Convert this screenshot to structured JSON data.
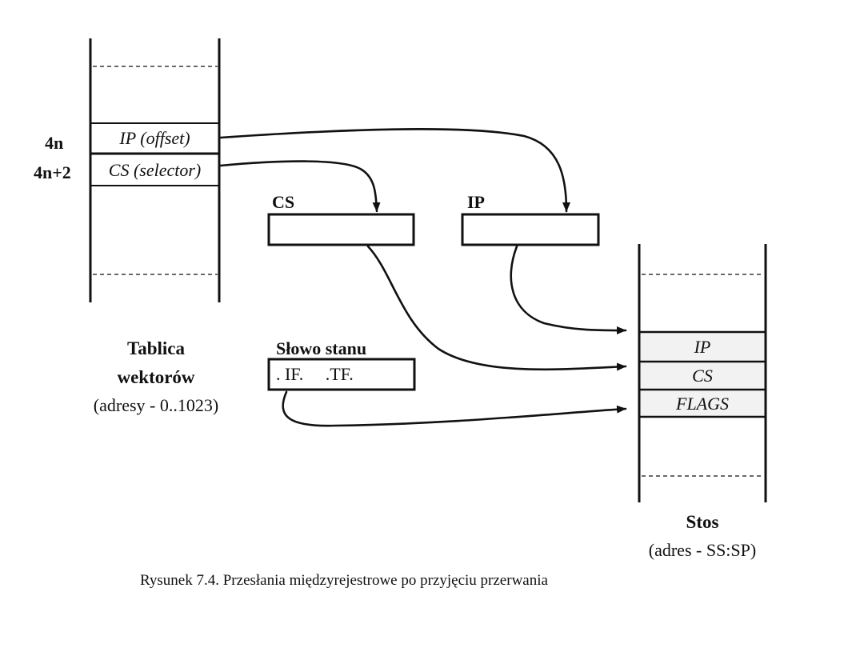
{
  "vector_table": {
    "labels": {
      "addr_4n": "4n",
      "addr_4n2": "4n+2"
    },
    "cells": {
      "ip": "IP (offset)",
      "cs": "CS (selector)"
    },
    "caption": {
      "line1": "Tablica",
      "line2": "wektorów",
      "line3": "(adresy - 0..1023)"
    }
  },
  "registers": {
    "cs": "CS",
    "ip": "IP"
  },
  "status_word": {
    "title": "Słowo stanu",
    "content": ". IF.     .TF."
  },
  "stack": {
    "cells": {
      "ip": "IP",
      "cs": "CS",
      "flags": "FLAGS"
    },
    "caption": {
      "line1": "Stos",
      "line2": "(adres - SS:SP)"
    }
  },
  "figure_caption": "Rysunek 7.4. Przesłania międzyrejestrowe po przyjęciu przerwania",
  "colors": {
    "line": "#111111",
    "cell_shade": "#f2f2f2"
  }
}
